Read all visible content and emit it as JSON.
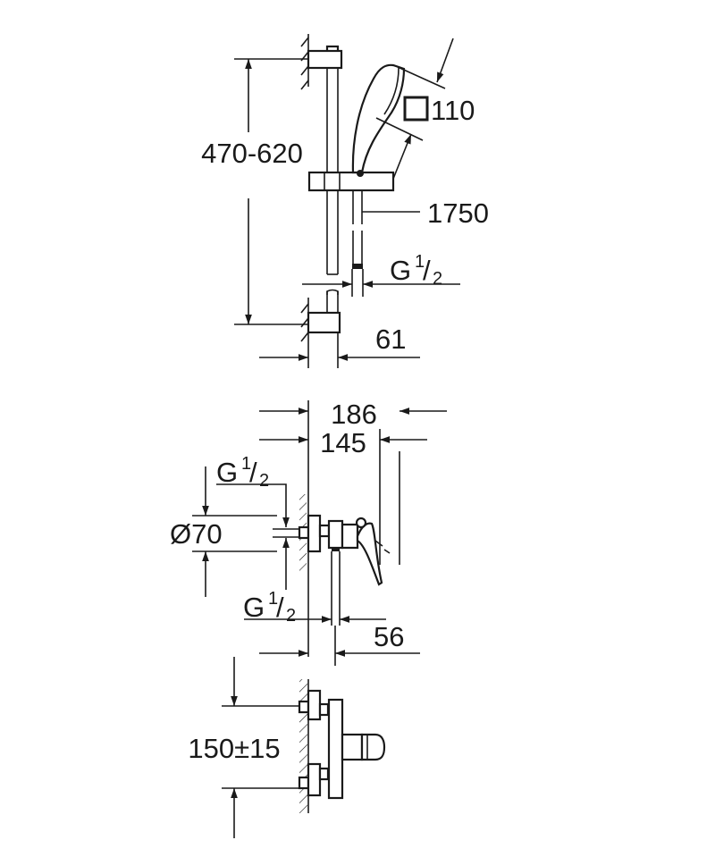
{
  "drawing": {
    "shower_rail": {
      "height_range": "470-620",
      "hand_shower_size": "110",
      "hose_length": "1750",
      "hose_thread": {
        "prefix": "G",
        "num": "1",
        "den": "2"
      },
      "wall_offset": "61"
    },
    "mixer_side": {
      "total_depth": "186",
      "body_depth": "145",
      "inlet_thread": {
        "prefix": "G",
        "num": "1",
        "den": "2"
      },
      "rosette_diameter": "Ø70",
      "outlet_thread": {
        "prefix": "G",
        "num": "1",
        "den": "2"
      },
      "outlet_offset": "56"
    },
    "mixer_front": {
      "inlet_spacing": "150±15"
    },
    "line_color": "#1a1a1a"
  }
}
